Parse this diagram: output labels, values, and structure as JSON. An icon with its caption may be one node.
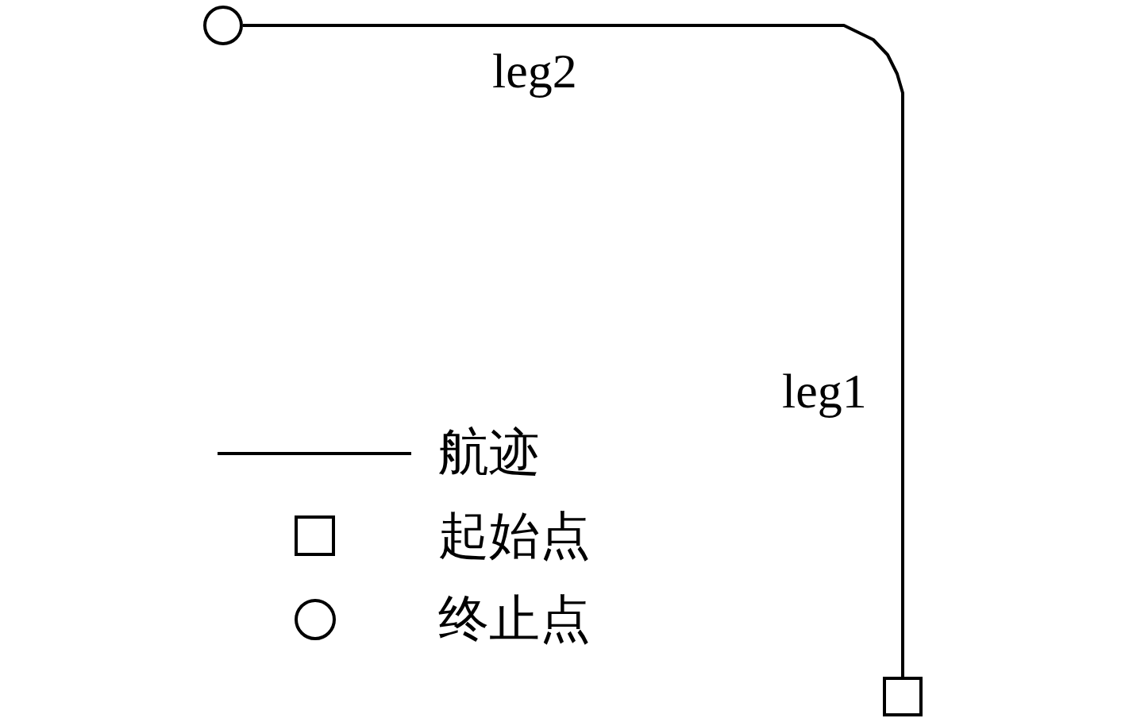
{
  "diagram": {
    "nodes": [
      {
        "text": [],
        "shape": "circle"
      },
      {
        "text": [],
        "shape": "box"
      }
    ],
    "edges": [
      {
        "from": 1,
        "to": 0,
        "arrow": "none"
      }
    ],
    "labels": [
      "leg2",
      "leg1"
    ],
    "legend": [
      {
        "text": "航迹"
      },
      {
        "text": "起始点"
      },
      {
        "text": "终止点"
      }
    ]
  }
}
